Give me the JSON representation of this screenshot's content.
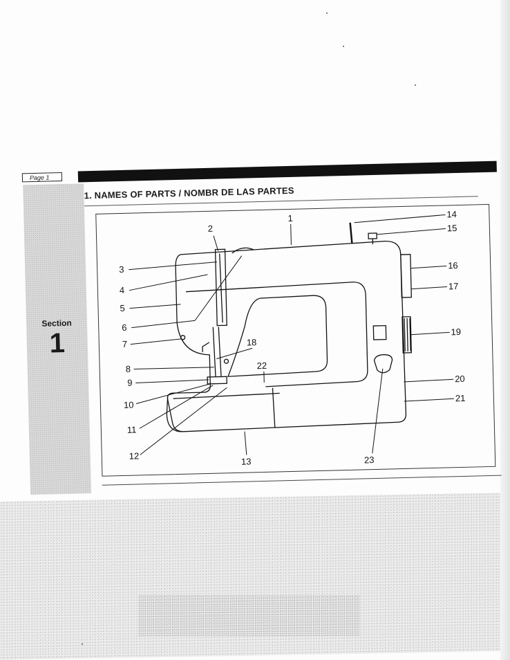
{
  "page_tab": "Page 1",
  "section": {
    "label": "Section",
    "number": "1"
  },
  "heading": "1. NAMES OF PARTS / NOMBR DE LAS PARTES",
  "callouts": [
    "1",
    "2",
    "3",
    "4",
    "5",
    "6",
    "7",
    "8",
    "9",
    "10",
    "11",
    "12",
    "13",
    "14",
    "15",
    "16",
    "17",
    "18",
    "19",
    "20",
    "21",
    "22",
    "23"
  ]
}
